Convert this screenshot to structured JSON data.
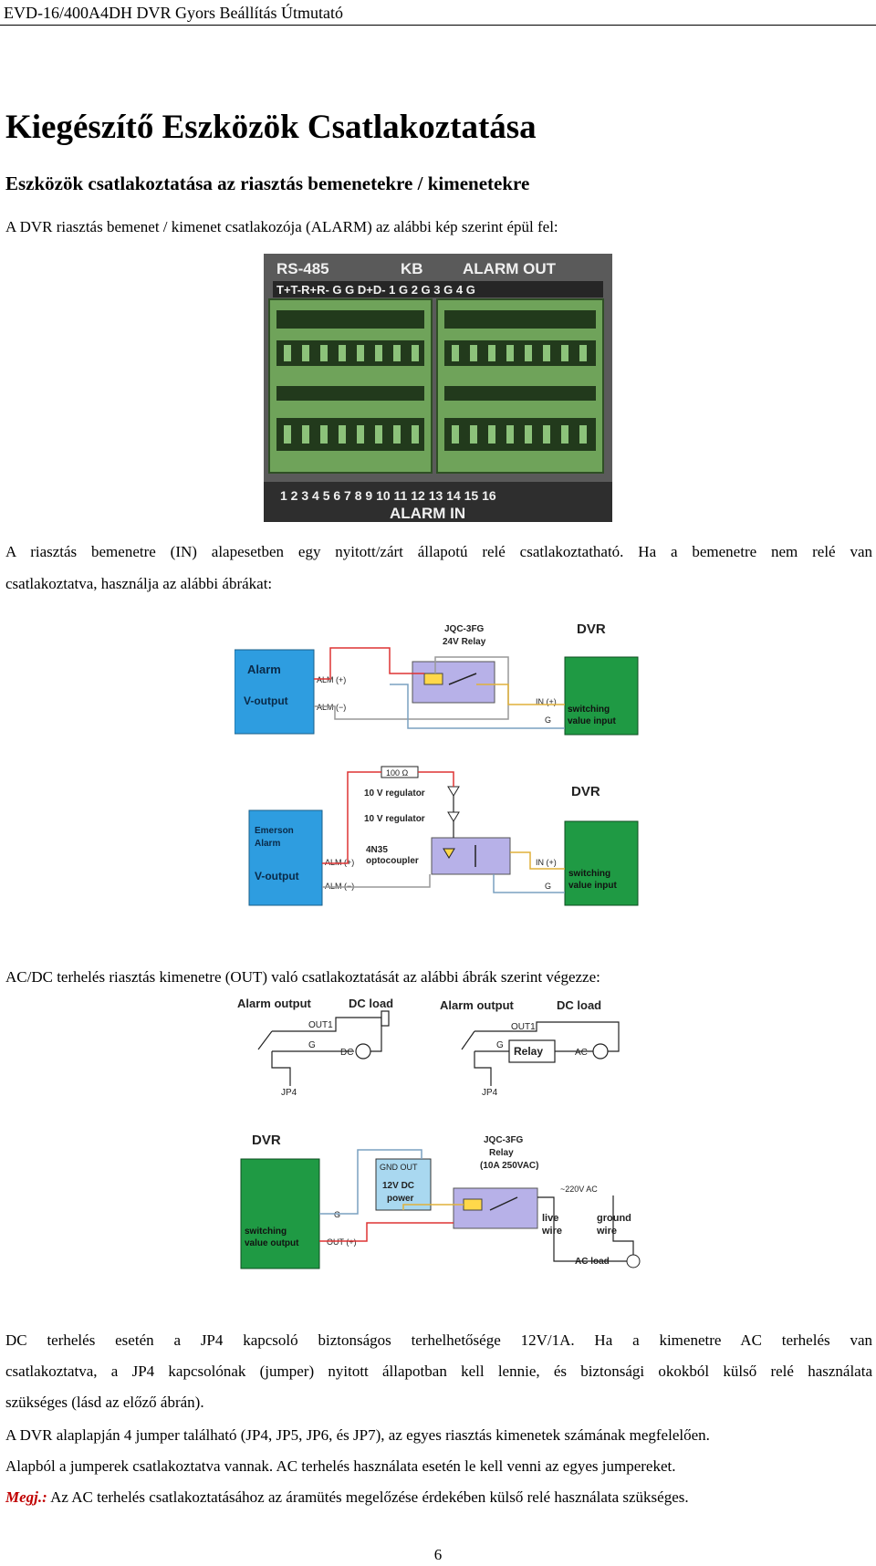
{
  "header": {
    "title": "EVD-16/400A4DH DVR Gyors Beállítás Útmutató"
  },
  "page_title": "Kiegészítő Eszközök Csatlakoztatása",
  "section_title": "Eszközök csatlakoztatása az riasztás bemenetekre / kimenetekre",
  "intro": "A DVR riasztás bemenet / kimenet csatlakozója (ALARM) az alábbi kép szerint épül fel:",
  "connector": {
    "label_rs485": "RS-485",
    "label_kb": "KB",
    "label_alarm_out": "ALARM OUT",
    "top_pins": "T+T-R+R- G G D+D- 1 G 2 G 3 G 4 G",
    "bottom_pins": "1 2 3 4 5 6 7 8 9 10 11 12 13 14 15 16",
    "label_alarm_in": "ALARM IN"
  },
  "para_in_line1": "A riasztás bemenetre (IN) alapesetben egy nyitott/zárt állapotú relé csatlakoztatható. Ha a bemenetre nem relé van",
  "para_in_line2": "csatlakoztatva, használja az alábbi ábrákat:",
  "diagram1": {
    "alarm": "Alarm",
    "voutput": "V-output",
    "alm_plus": "ALM (+)",
    "alm_minus": "ALM (−)",
    "relay_model": "JQC-3FG",
    "relay_label": "24V Relay",
    "dvr": "DVR",
    "in_plus": "IN (+)",
    "g": "G",
    "switching": "switching",
    "value_input": "value input"
  },
  "diagram2": {
    "resistor": "100 Ω",
    "reg1": "10 V regulator",
    "reg2": "10 V regulator",
    "opto_model": "4N35",
    "opto_label": "optocoupler",
    "emerson": "Emerson",
    "alarm": "Alarm",
    "voutput": "V-output",
    "alm_plus": "ALM (+)",
    "alm_minus": "ALM (−)",
    "dvr": "DVR",
    "in_plus": "IN (+)",
    "g": "G",
    "switching": "switching",
    "value_input": "value input"
  },
  "para_out": "AC/DC terhelés riasztás kimenetre (OUT) való csatlakoztatását az alábbi ábrák szerint végezze:",
  "diagram3": {
    "alarm_output": "Alarm output",
    "dc_load": "DC load",
    "out1": "OUT1",
    "g": "G",
    "dc": "DC",
    "jp4": "JP4",
    "relay": "Relay",
    "ac": "AC"
  },
  "diagram4": {
    "dvr": "DVR",
    "g": "G",
    "out_plus": "OUT (+)",
    "switching": "switching",
    "value_output": "value output",
    "gnd_out": "GND OUT",
    "power_12v": "12V DC",
    "power": "power",
    "relay_model": "JQC-3FG",
    "relay": "Relay",
    "relay_rating": "(10A 250VAC)",
    "v220": "~220V AC",
    "live": "live",
    "wire": "wire",
    "ground": "ground",
    "wire2": "wire",
    "ac_load": "AC load"
  },
  "para_dc_line1": "DC terhelés esetén a JP4 kapcsoló biztonságos terhelhetősége 12V/1A. Ha a kimenetre AC terhelés van",
  "para_dc_line2": "csatlakoztatva, a JP4 kapcsolónak (jumper) nyitott állapotban kell lennie, és biztonsági okokból külső relé használata",
  "para_dc_line3": "szükséges (lásd az előző ábrán).",
  "para_jumper_line1": "A DVR alaplapján 4 jumper található (JP4, JP5, JP6, és JP7), az egyes riasztás kimenetek számának megfelelően.",
  "para_jumper_line2": "Alapból a jumperek csatlakoztatva vannak. AC terhelés használata esetén le kell venni az egyes jumpereket.",
  "note": {
    "label": "Megj.:",
    "text": "Az AC terhelés csatlakoztatásához az áramütés megelőzése érdekében külső relé használata szükséges."
  },
  "page_number": "6"
}
